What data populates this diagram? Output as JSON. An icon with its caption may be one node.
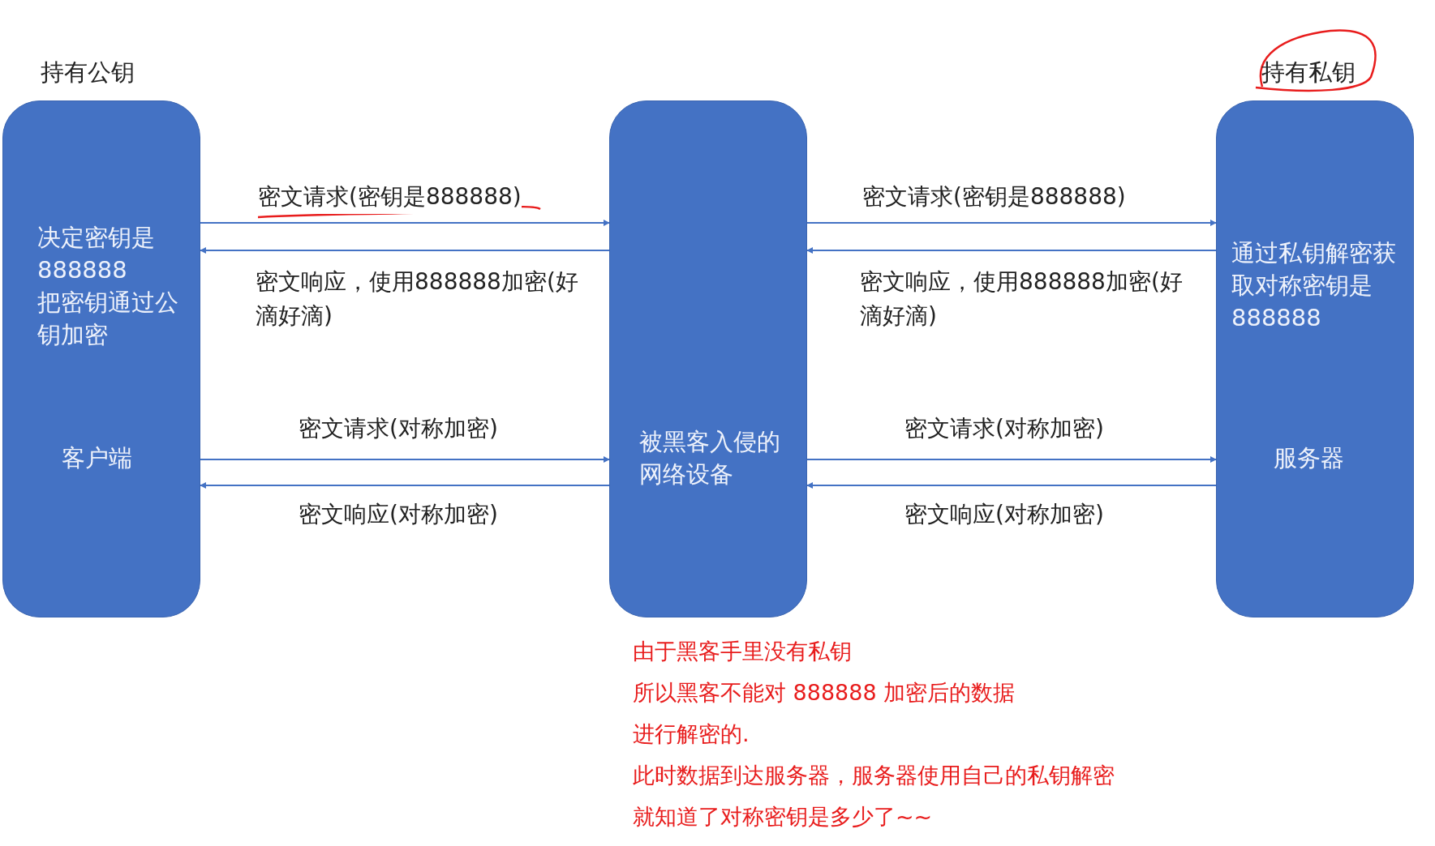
{
  "diagram": {
    "nodes": [
      {
        "text": [
          "持有公钥",
          "决定密钥是888888",
          "把密钥通过公钥加密",
          "客户端"
        ]
      },
      {
        "text": [
          "被黑客入侵的网络设备"
        ]
      },
      {
        "text": [
          "持有私钥",
          "通过私钥解密获取对称密钥是 888888",
          "服务器"
        ]
      }
    ],
    "edges": [
      {
        "from": 0,
        "to": 1,
        "arrow": "to",
        "label": "密文请求(密钥是888888)"
      },
      {
        "from": 1,
        "to": 0,
        "arrow": "to",
        "label": "密文响应，使用888888加密(好滴好滴)"
      },
      {
        "from": 1,
        "to": 2,
        "arrow": "to",
        "label": "密文请求(密钥是888888)"
      },
      {
        "from": 2,
        "to": 1,
        "arrow": "to",
        "label": "密文响应，使用888888加密(好滴好滴)"
      },
      {
        "from": 0,
        "to": 1,
        "arrow": "to",
        "label": "密文请求(对称加密)"
      },
      {
        "from": 1,
        "to": 0,
        "arrow": "to",
        "label": "密文响应(对称加密)"
      },
      {
        "from": 1,
        "to": 2,
        "arrow": "to",
        "label": "密文请求(对称加密)"
      },
      {
        "from": 2,
        "to": 1,
        "arrow": "to",
        "label": "密文响应(对称加密)"
      }
    ],
    "labels": [
      "由于黑客手里没有私钥",
      "所以黑客不能对 888888 加密后的数据",
      "进行解密的.",
      "此时数据到达服务器，服务器使用自己的私钥解密",
      "就知道了对称密钥是多少了~~"
    ]
  }
}
